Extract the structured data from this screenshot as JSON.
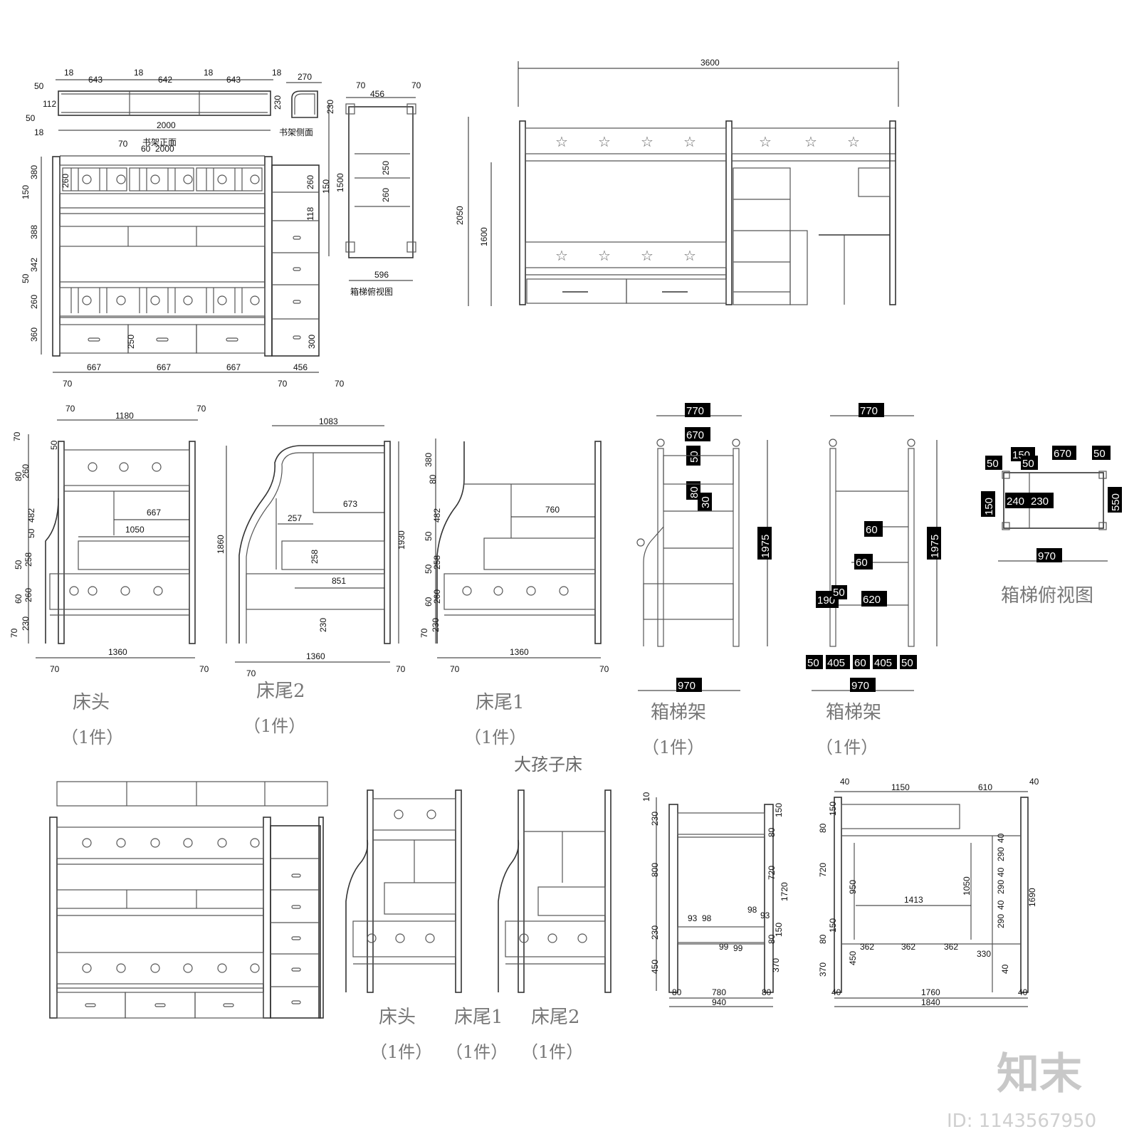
{
  "titles": {
    "shelf_front": "书架正面",
    "shelf_side": "书架侧面",
    "stair_top_small": "箱梯俯视图",
    "stair_top_large": "箱梯俯视图",
    "bed_head": "床头",
    "bed_tail2": "床尾2",
    "bed_tail1": "床尾1",
    "stair_frame_a": "箱梯架",
    "stair_frame_b": "箱梯架",
    "big_kid_bed": "大孩子床",
    "bot_head": "床头",
    "bot_tail1": "床尾1",
    "bot_tail2": "床尾2",
    "qty": "（1件）"
  },
  "dims": {
    "shelf_top": [
      "18",
      "643",
      "18",
      "642",
      "18",
      "643",
      "18"
    ],
    "shelf_len": "2000",
    "shelf_side_w": "270",
    "shelf_h": [
      "50",
      "112",
      "50",
      "18",
      "230",
      "230"
    ],
    "front_top": [
      "70",
      "60",
      "2000",
      "70",
      "50"
    ],
    "front_left": [
      "380",
      "150",
      "388",
      "50",
      "342",
      "260",
      "360"
    ],
    "front_inner": [
      "260",
      "260",
      "150",
      "118",
      "250",
      "300"
    ],
    "front_bottom": [
      "667",
      "667",
      "667",
      "456"
    ],
    "front_feet": [
      "70",
      "70",
      "70"
    ],
    "stair_small": [
      "70",
      "456",
      "70",
      "250",
      "260",
      "1500",
      "596"
    ],
    "overall_w": "3600",
    "overall_h": "2050",
    "overall_h2": "1600",
    "head": [
      "70",
      "1180",
      "70",
      "667",
      "1050",
      "1360",
      "70",
      "70"
    ],
    "head_left": [
      "70",
      "50",
      "80",
      "260",
      "482",
      "50",
      "50",
      "258",
      "60",
      "260",
      "70",
      "230"
    ],
    "tail2": [
      "1083",
      "673",
      "257",
      "258",
      "851",
      "230",
      "1860",
      "1930",
      "1360",
      "70",
      "70"
    ],
    "tail1": [
      "760",
      "1360",
      "70",
      "70"
    ],
    "tail1_left": [
      "380",
      "80",
      "482",
      "50",
      "50",
      "258",
      "60",
      "260",
      "70",
      "230"
    ],
    "frame_a": [
      "770",
      "670",
      "50",
      "80",
      "30",
      "1975",
      "970"
    ],
    "frame_b": [
      "770",
      "60",
      "60",
      "190",
      "50",
      "620",
      "1975",
      "50",
      "405",
      "60",
      "405",
      "50",
      "970"
    ],
    "top_view": [
      "150",
      "50",
      "50",
      "670",
      "50",
      "150",
      "240",
      "230",
      "550",
      "970"
    ],
    "end_view": [
      "10",
      "230",
      "150",
      "80",
      "800",
      "720",
      "1720",
      "230",
      "93",
      "98",
      "98",
      "93",
      "99",
      "99",
      "150",
      "80",
      "450",
      "370",
      "80",
      "780",
      "80",
      "940"
    ],
    "side_view": [
      "40",
      "1150",
      "610",
      "40",
      "150",
      "80",
      "720",
      "950",
      "1413",
      "1050",
      "1690",
      "150",
      "80",
      "450",
      "362",
      "362",
      "362",
      "330",
      "370",
      "40",
      "1760",
      "40",
      "1840",
      "40",
      "290",
      "40",
      "290",
      "40",
      "290"
    ]
  },
  "brand": {
    "logo": "知末",
    "id": "ID: 1143567950"
  }
}
